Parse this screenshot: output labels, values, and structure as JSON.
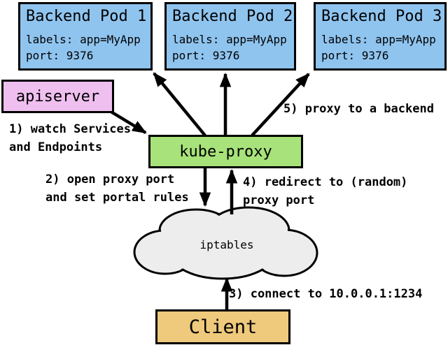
{
  "diagram": {
    "pods": [
      {
        "title": "Backend Pod 1",
        "labels_line": "labels: app=MyApp",
        "port_line": "port: 9376"
      },
      {
        "title": "Backend Pod 2",
        "labels_line": "labels: app=MyApp",
        "port_line": "port: 9376"
      },
      {
        "title": "Backend Pod 3",
        "labels_line": "labels: app=MyApp",
        "port_line": "port: 9376"
      }
    ],
    "apiserver": {
      "label": "apiserver"
    },
    "kube_proxy": {
      "label": "kube-proxy"
    },
    "cloud": {
      "label": "iptables"
    },
    "client": {
      "label": "Client"
    },
    "annotations": {
      "step1": "1) watch Services\nand Endpoints",
      "step2": "2) open proxy port\nand set portal rules",
      "step3": "3) connect to 10.0.0.1:1234",
      "step4": "4) redirect to (random)\nproxy port",
      "step5": "5) proxy to a backend"
    },
    "colors": {
      "pod_fill": "#8fc4ef",
      "apiserver_fill": "#efbfef",
      "kube_proxy_fill": "#a7e27a",
      "client_fill": "#efc97c",
      "cloud_fill": "#ededed",
      "stroke": "#000000",
      "background": "#ffffff"
    }
  }
}
